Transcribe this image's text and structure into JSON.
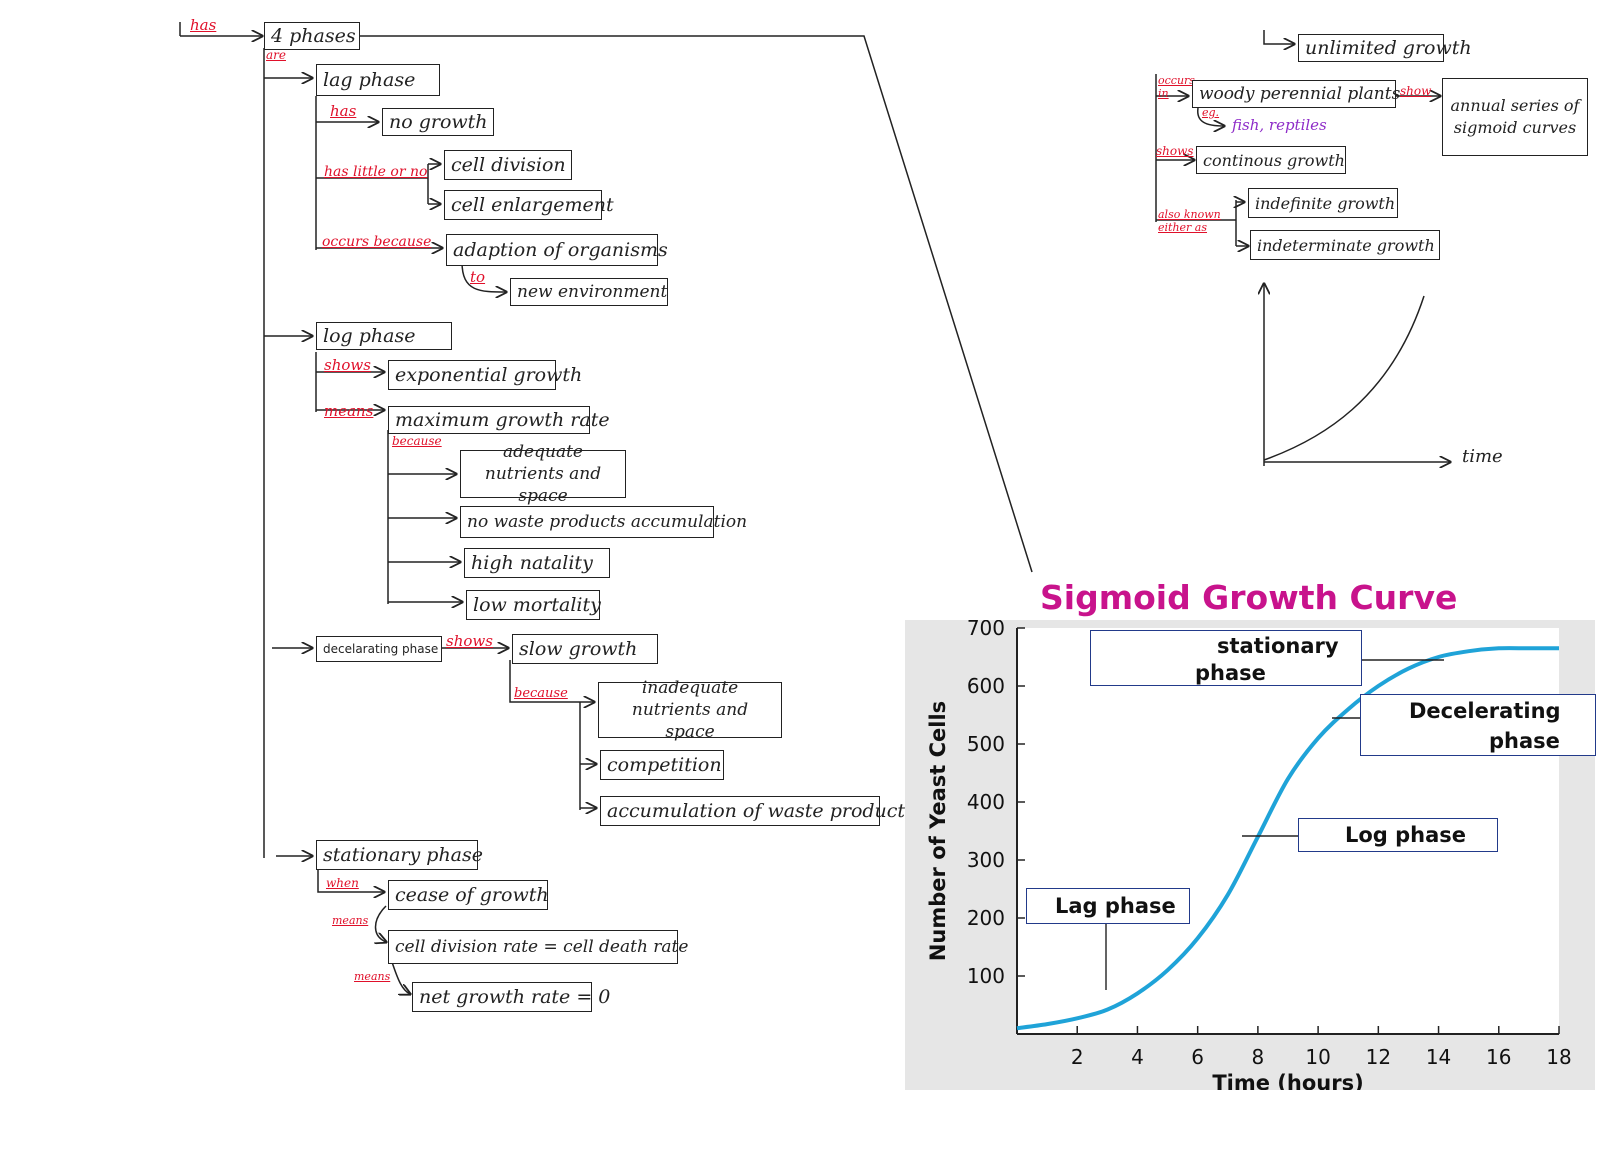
{
  "colors": {
    "edge_label": "#e0102a",
    "example": "#8e2cc8",
    "title": "#c8138c",
    "curve": "#1fa3d8",
    "chart_panel": "#e6e6e6"
  },
  "root": {
    "edge": "has",
    "label": "4 phases",
    "sub_edge": "are"
  },
  "lag": {
    "label": "lag phase",
    "edge_has": "has",
    "no_growth": "no growth",
    "edge_little": "has little or no",
    "cell_division": "cell division",
    "cell_enlargement": "cell enlargement",
    "edge_because": "occurs because",
    "adaption": "adaption of organisms",
    "edge_to": "to",
    "new_env": "new environment"
  },
  "log": {
    "label": "log phase",
    "edge_shows": "shows",
    "exponential": "exponential growth",
    "edge_means": "means",
    "max_rate": "maximum growth rate",
    "edge_because": "because",
    "reasons": [
      "adequate nutrients and space",
      "no waste products accumulation",
      "high natality",
      "low mortality"
    ]
  },
  "decel": {
    "label": "decelarating phase",
    "edge_shows": "shows",
    "slow": "slow growth",
    "edge_because": "because",
    "reasons": [
      "inadequate nutrients and space",
      "competition",
      "accumulation of waste products"
    ]
  },
  "stationary": {
    "label": "stationary phase",
    "edge_when": "when",
    "cease": "cease of growth",
    "edge_means1": "means",
    "rate_eq": "cell division rate = cell death rate",
    "edge_means2": "means",
    "net": "net growth rate = 0"
  },
  "right": {
    "unlimited": "unlimited growth",
    "edge_occurs": "occurs in",
    "woody": "woody perennial plants",
    "edge_eg": "eg.",
    "eg": "fish, reptiles",
    "edge_show": "show",
    "annual": "annual series of sigmoid curves",
    "edge_shows": "shows",
    "continous": "continous growth",
    "edge_also": "also known either as",
    "indefinite": "indefinite growth",
    "indeterminate": "indeterminate growth",
    "sketch_x_label": "time"
  },
  "chart_title": "Sigmoid Growth Curve",
  "chart_callouts": {
    "stationary": "stationary phase",
    "decel": "Decelerating phase",
    "log": "Log phase",
    "lag": "Lag phase"
  },
  "chart_data": {
    "type": "line",
    "title": "Sigmoid Growth Curve",
    "xlabel": "Time (hours)",
    "ylabel": "Number of Yeast Cells",
    "xlim": [
      0,
      18
    ],
    "ylim": [
      0,
      700
    ],
    "xticks": [
      2,
      4,
      6,
      8,
      10,
      12,
      14,
      16,
      18
    ],
    "yticks": [
      100,
      200,
      300,
      400,
      500,
      600,
      700
    ],
    "grid": false,
    "series": [
      {
        "x": [
          0,
          1,
          2,
          3,
          4,
          5,
          6,
          7,
          8,
          9,
          10,
          11,
          12,
          13,
          14,
          15,
          16,
          17,
          18
        ],
        "values": [
          10,
          17,
          27,
          42,
          70,
          110,
          165,
          240,
          340,
          440,
          510,
          560,
          600,
          630,
          650,
          660,
          665,
          665,
          665
        ]
      }
    ]
  }
}
